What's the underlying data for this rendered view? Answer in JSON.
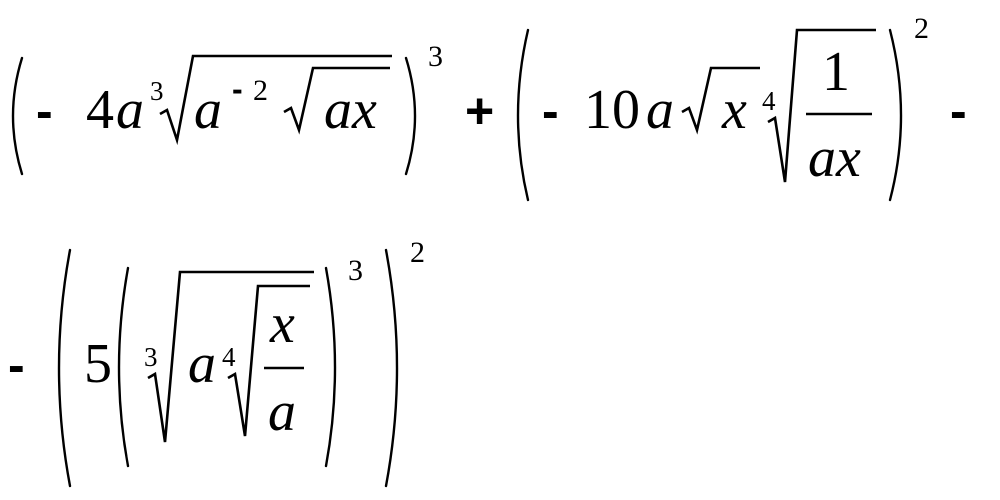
{
  "expression": {
    "line1": {
      "term1": {
        "minus": "-",
        "coefficient": "4",
        "var_a": "a",
        "root_index": "3",
        "radicand_var_a": "a",
        "radicand_exp_minus": "-",
        "radicand_exp_value": "2",
        "inner_sqrt": "ax",
        "power": "3"
      },
      "plus": "+",
      "term2": {
        "minus": "-",
        "coefficient": "10",
        "var_a": "a",
        "sqrt_radicand": "x",
        "root_index": "4",
        "fraction_numerator": "1",
        "fraction_denominator": "ax",
        "power": "2"
      },
      "trailing_minus": "-"
    },
    "line2": {
      "leading_minus": "-",
      "coefficient": "5",
      "outer_root_index": "3",
      "var_a": "a",
      "inner_root_index": "4",
      "fraction_numerator": "x",
      "fraction_denominator": "a",
      "inner_power": "3",
      "outer_power": "2"
    }
  }
}
